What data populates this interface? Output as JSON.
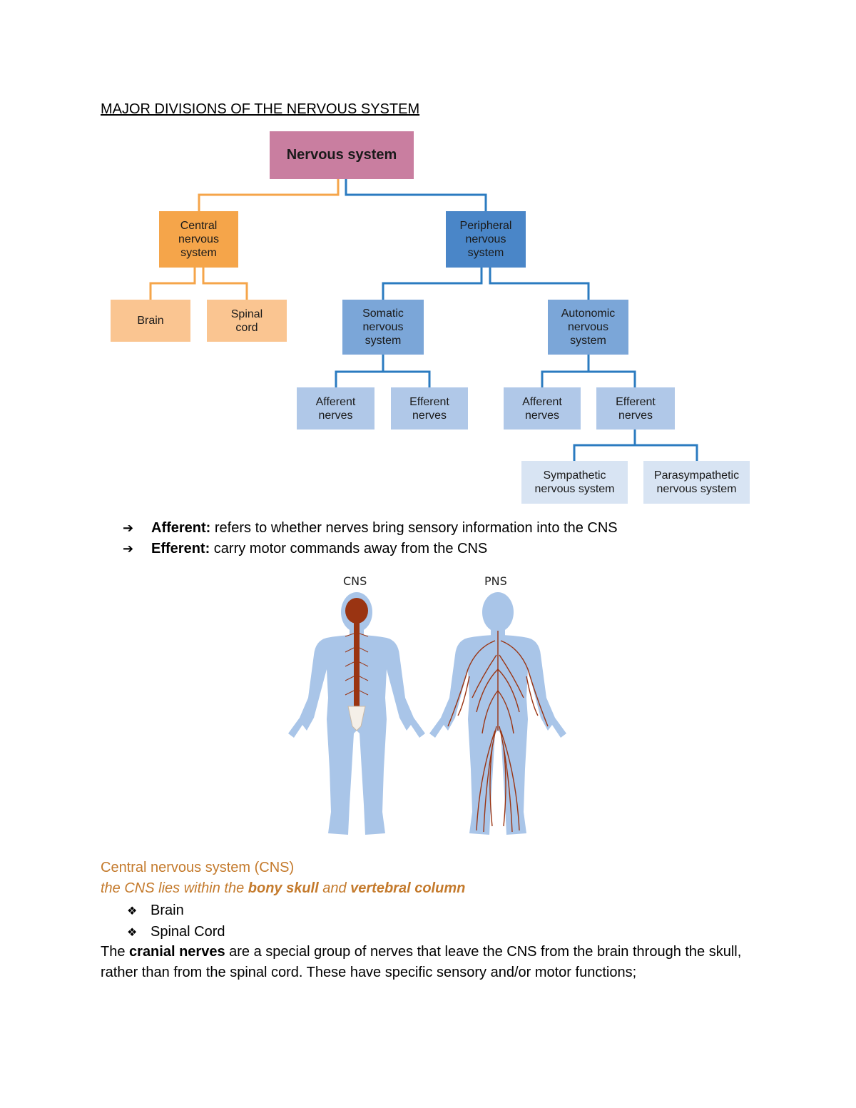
{
  "page": {
    "title": "MAJOR DIVISIONS OF THE NERVOUS SYSTEM"
  },
  "diagram": {
    "root": "Nervous system",
    "cns": "Central\nnervous\nsystem",
    "brain": "Brain",
    "spinal_cord": "Spinal\ncord",
    "pns": "Peripheral\nnervous\nsystem",
    "somatic": "Somatic\nnervous\nsystem",
    "autonomic": "Autonomic\nnervous\nsystem",
    "somatic_afferent": "Afferent\nnerves",
    "somatic_efferent": "Efferent\nnerves",
    "autonomic_afferent": "Afferent\nnerves",
    "autonomic_efferent": "Efferent\nnerves",
    "sympathetic": "Sympathetic\nnervous system",
    "parasympathetic": "Parasympathetic\nnervous system",
    "colors": {
      "root": "#c97ea0",
      "cns": "#f5a54a",
      "cns_child": "#fac591",
      "pns": "#4a86c8",
      "pns_level2": "#7ba6d8",
      "pns_level3": "#b0c8e8",
      "pns_level4": "#d8e4f3",
      "line_orange": "#f5a54a",
      "line_blue": "#2b7bc0"
    }
  },
  "definitions": [
    {
      "term": "Afferent:",
      "text": " refers to whether nerves bring sensory information into the CNS"
    },
    {
      "term": "Efferent:",
      "text": " carry motor commands away from the CNS"
    }
  ],
  "figure": {
    "label_left": "CNS",
    "label_right": "PNS",
    "body_color": "#a9c5e8",
    "nerve_color": "#9a3412"
  },
  "cns_section": {
    "heading": "Central nervous system (CNS)",
    "sub_prefix": "the CNS lies within the ",
    "sub_bold1": "bony skull",
    "sub_mid": " and ",
    "sub_bold2": "vertebral column",
    "list": [
      "Brain",
      "Spinal Cord"
    ],
    "para_prefix": "The ",
    "para_bold": "cranial nerves",
    "para_rest": " are a special group of nerves that leave the CNS from the brain through the skull, rather than from the spinal cord. These have specific sensory and/or motor functions;"
  }
}
